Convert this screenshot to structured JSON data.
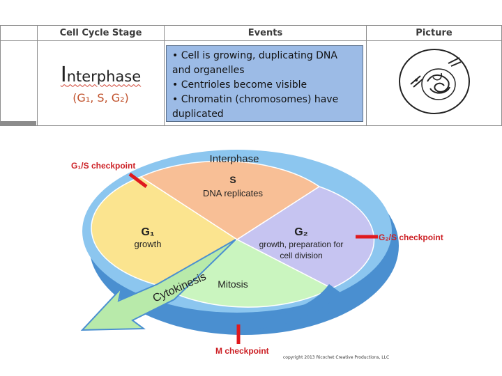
{
  "table": {
    "headers": [
      "Cell Cycle Stage",
      "Events",
      "Picture"
    ],
    "stage": {
      "initial": "I",
      "rest": "nterphase",
      "phases": "(G₁, S, G₂)"
    },
    "events": [
      "• Cell is growing, duplicating DNA",
      "and organelles",
      "• Centrioles become visible",
      "• Chromatin (chromosomes) have",
      "duplicated"
    ]
  },
  "diagram": {
    "interphase": "Interphase",
    "s_phase": {
      "name": "S",
      "desc": "DNA replicates"
    },
    "g1_phase": {
      "name": "G₁",
      "desc": "growth"
    },
    "g2_phase": {
      "name": "G₂",
      "desc_line1": "growth, preparation for",
      "desc_line2": "cell division"
    },
    "mitosis": "Mitosis",
    "cytokinesis": "Cytokinesis",
    "checkpoints": {
      "g1s": "G₁/S checkpoint",
      "g2s": "G₂/S checkpoint",
      "m": "M checkpoint"
    },
    "colors": {
      "s": "#f8bf96",
      "g1": "#fbe48f",
      "g2": "#c6c4f1",
      "mitosis": "#caf5bf",
      "ring": "#5b9fdc",
      "checkpoint": "#e0191e",
      "checkpoint_text": "#cc1f24"
    }
  },
  "copyright": "copyright 2013 Ricochet Creative Productions, LLC"
}
